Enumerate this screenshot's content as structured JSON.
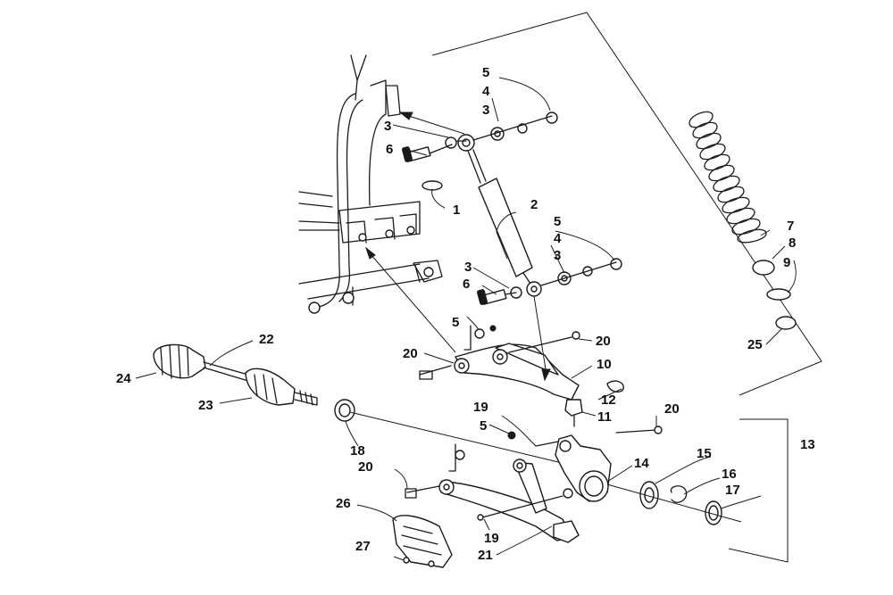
{
  "callouts": [
    {
      "id": "c1",
      "label": "1"
    },
    {
      "id": "c2",
      "label": "2"
    },
    {
      "id": "c3a",
      "label": "3"
    },
    {
      "id": "c3b",
      "label": "3"
    },
    {
      "id": "c3c",
      "label": "3"
    },
    {
      "id": "c3d",
      "label": "3"
    },
    {
      "id": "c4a",
      "label": "4"
    },
    {
      "id": "c4b",
      "label": "4"
    },
    {
      "id": "c5a",
      "label": "5"
    },
    {
      "id": "c5b",
      "label": "5"
    },
    {
      "id": "c5c",
      "label": "5"
    },
    {
      "id": "c5d",
      "label": "5"
    },
    {
      "id": "c6a",
      "label": "6"
    },
    {
      "id": "c6b",
      "label": "6"
    },
    {
      "id": "c7",
      "label": "7"
    },
    {
      "id": "c8",
      "label": "8"
    },
    {
      "id": "c9",
      "label": "9"
    },
    {
      "id": "c10",
      "label": "10"
    },
    {
      "id": "c11",
      "label": "11"
    },
    {
      "id": "c12",
      "label": "12"
    },
    {
      "id": "c13",
      "label": "13"
    },
    {
      "id": "c14",
      "label": "14"
    },
    {
      "id": "c15",
      "label": "15"
    },
    {
      "id": "c16",
      "label": "16"
    },
    {
      "id": "c17",
      "label": "17"
    },
    {
      "id": "c18",
      "label": "18"
    },
    {
      "id": "c19a",
      "label": "19"
    },
    {
      "id": "c19b",
      "label": "19"
    },
    {
      "id": "c20a",
      "label": "20"
    },
    {
      "id": "c20b",
      "label": "20"
    },
    {
      "id": "c20c",
      "label": "20"
    },
    {
      "id": "c20d",
      "label": "20"
    },
    {
      "id": "c21",
      "label": "21"
    },
    {
      "id": "c22",
      "label": "22"
    },
    {
      "id": "c23",
      "label": "23"
    },
    {
      "id": "c24",
      "label": "24"
    },
    {
      "id": "c25",
      "label": "25"
    },
    {
      "id": "c26",
      "label": "26"
    },
    {
      "id": "c27",
      "label": "27"
    }
  ]
}
